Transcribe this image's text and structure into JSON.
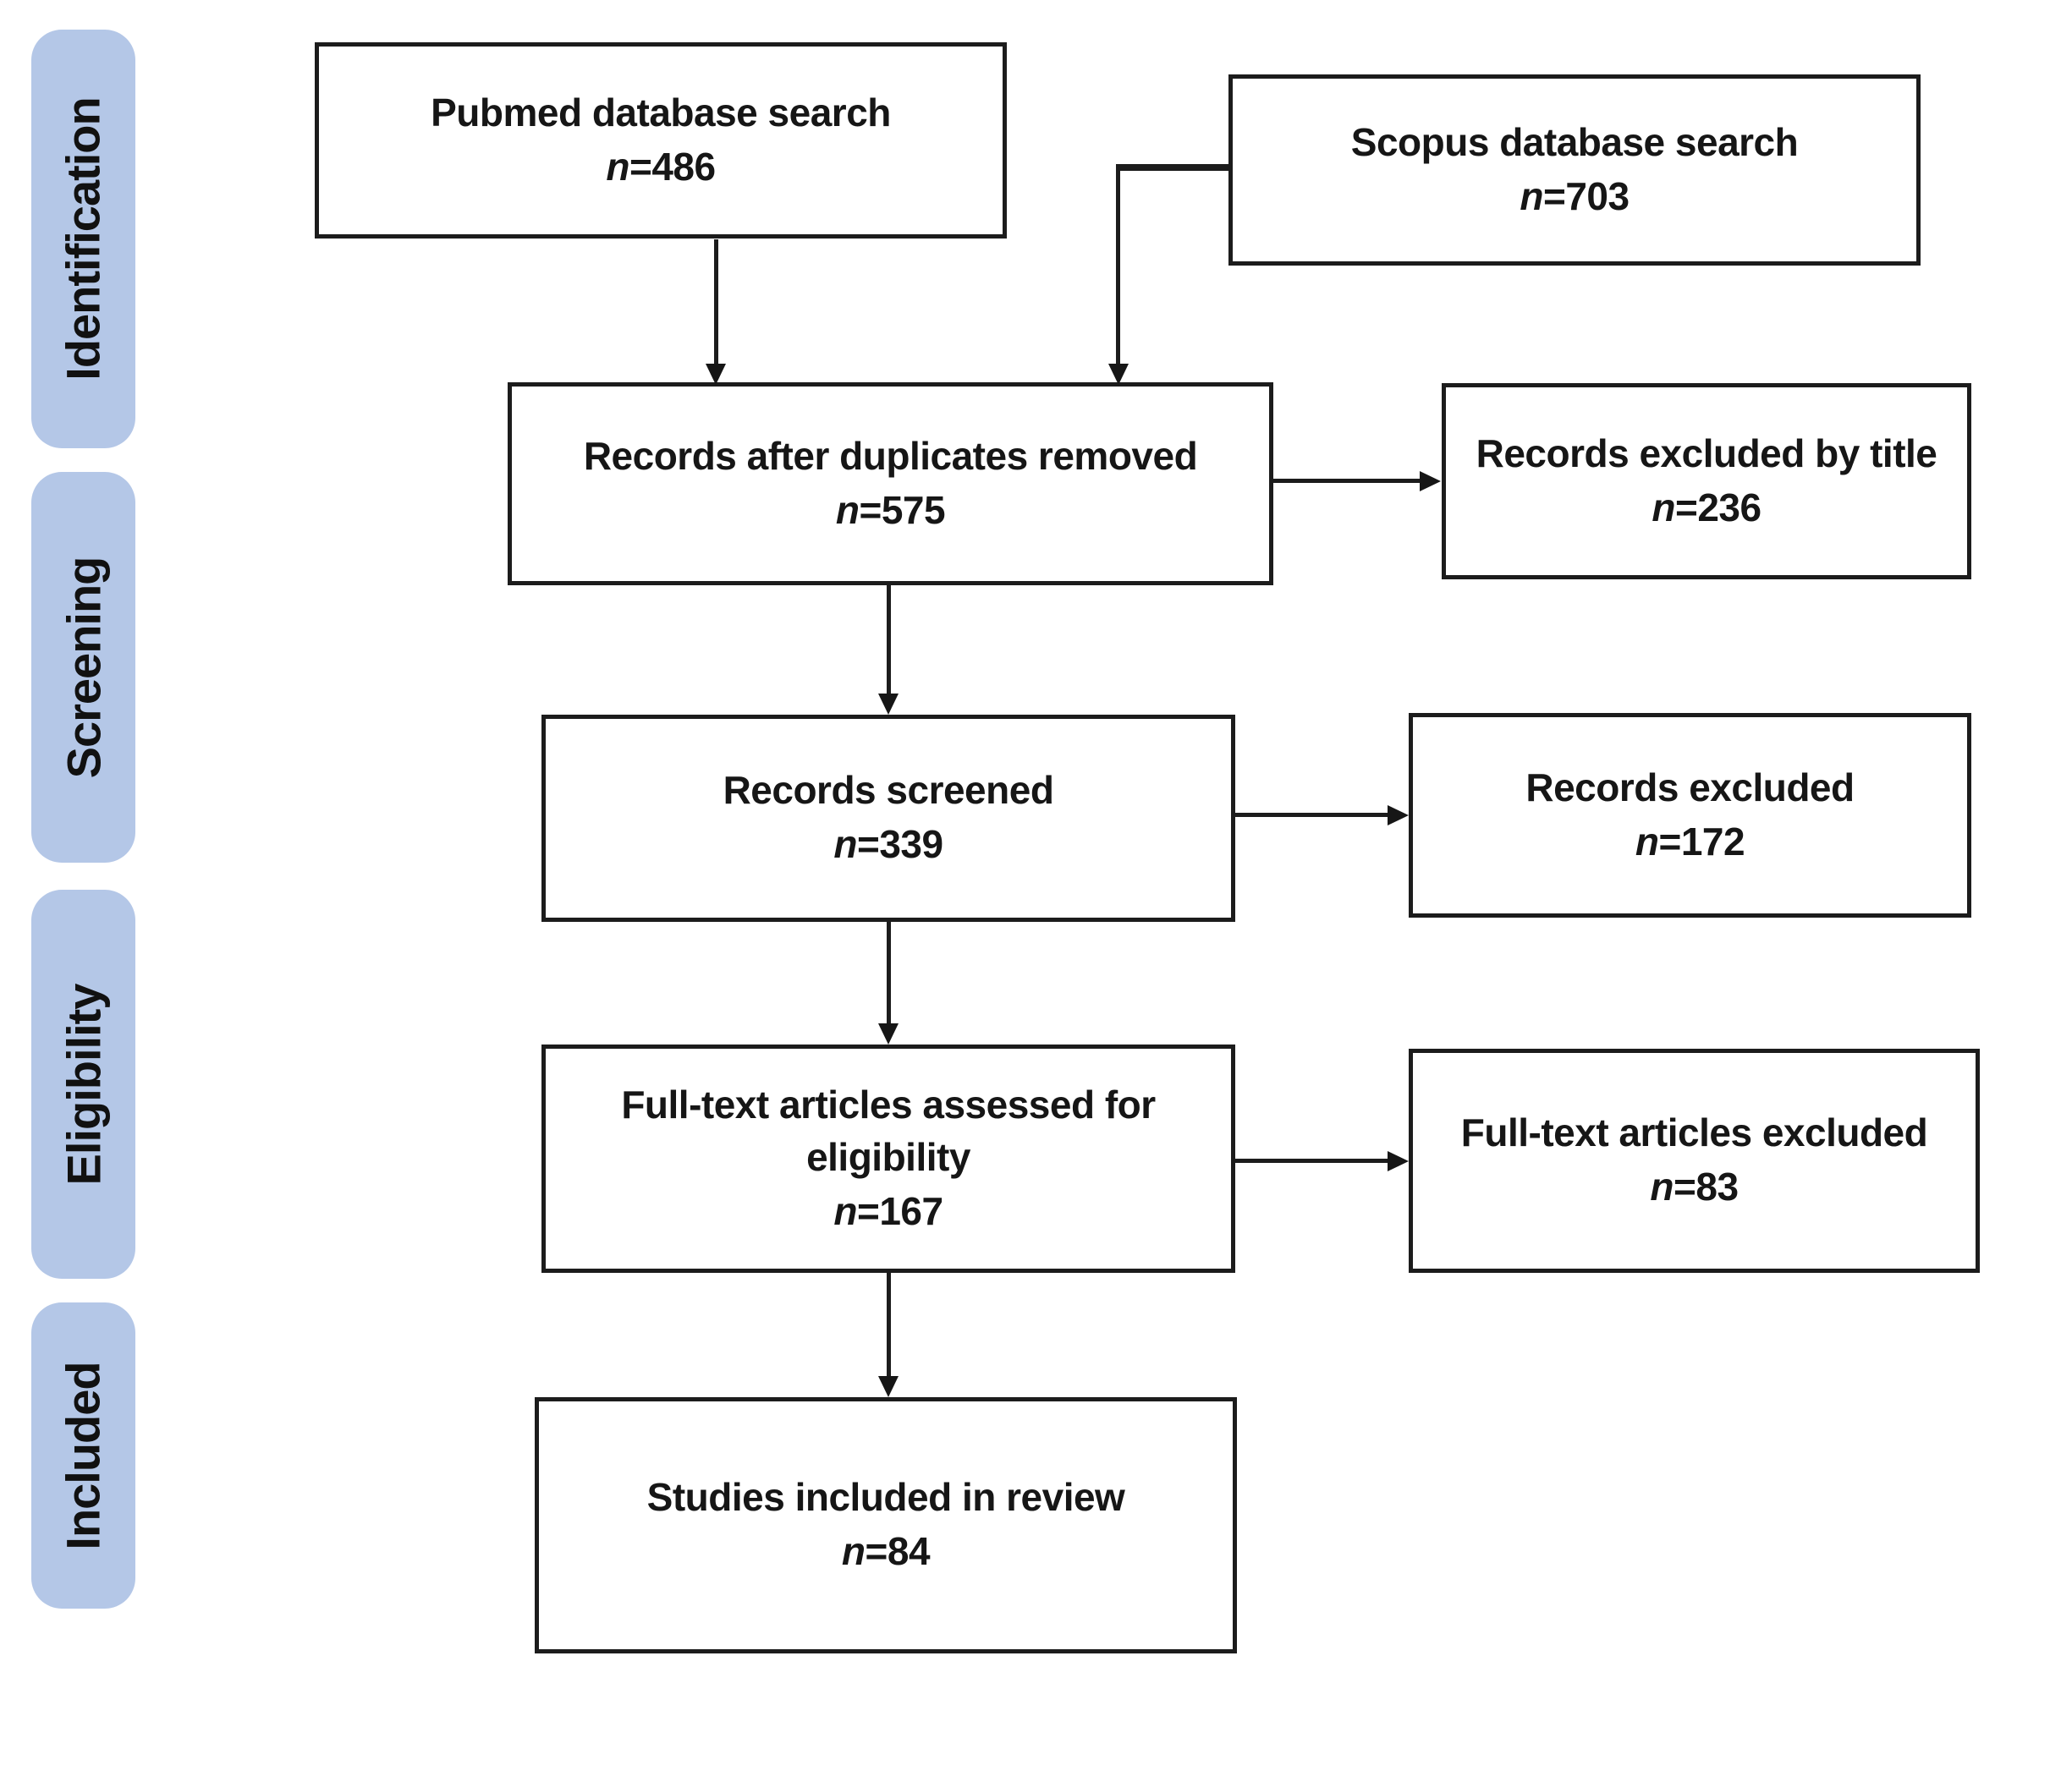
{
  "n_prefix": "n",
  "sidebar": {
    "color": "#b4c7e7",
    "stages": [
      {
        "label": "Identification"
      },
      {
        "label": "Screening"
      },
      {
        "label": "Eligibility"
      },
      {
        "label": "Included"
      }
    ]
  },
  "boxes": {
    "pubmed": {
      "label": "Pubmed database search",
      "count_eq": "=486"
    },
    "scopus": {
      "label": "Scopus database search",
      "count_eq": "=703"
    },
    "duplicates": {
      "label": "Records after duplicates removed",
      "count_eq": "=575"
    },
    "excluded_title": {
      "label": "Records excluded by title",
      "count_eq": "=236"
    },
    "screened": {
      "label": "Records screened",
      "count_eq": "=339"
    },
    "excluded": {
      "label": "Records excluded",
      "count_eq": "=172"
    },
    "fulltext": {
      "label": "Full-text articles assessed for eligibility",
      "count_eq": "=167"
    },
    "ft_excluded": {
      "label": "Full-text articles excluded",
      "count_eq": "=83"
    },
    "studies": {
      "label": "Studies included in review",
      "count_eq": "=84"
    }
  }
}
